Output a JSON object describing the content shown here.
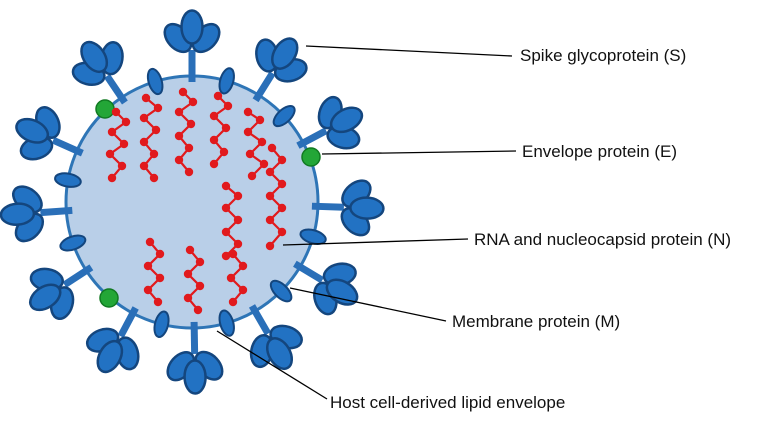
{
  "diagram": {
    "labels": {
      "spike": "Spike glycoprotein (S)",
      "envelope": "Envelope protein (E)",
      "rna": "RNA and nucleocapsid protein (N)",
      "membrane": "Membrane protein (M)",
      "lipid_envelope": "Host cell-derived lipid envelope"
    },
    "colors": {
      "virus_body_fill": "#b9cfe8",
      "membrane_outline": "#2e75b6",
      "protein_fill": "#2272c3",
      "protein_outline": "#14467e",
      "envelope_protein_green": "#23a637",
      "envelope_protein_outline": "#117a22",
      "rna_red": "#e11a1d",
      "leader_line": "#000000",
      "background": "#ffffff"
    }
  }
}
